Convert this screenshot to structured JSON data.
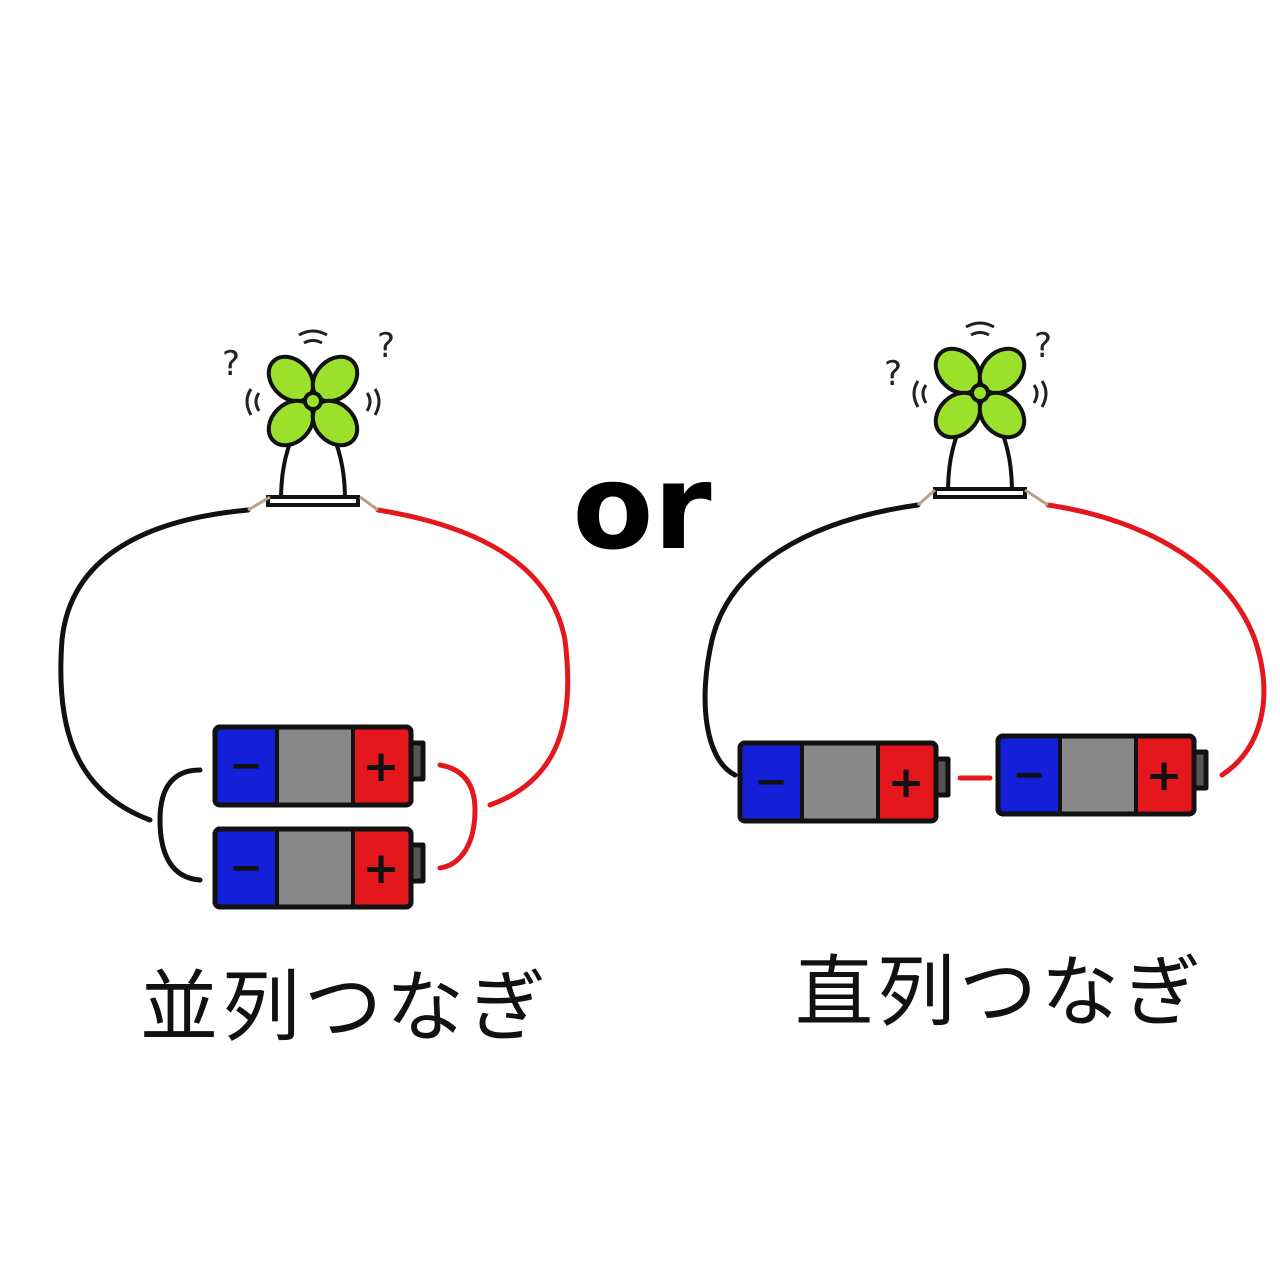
{
  "colors": {
    "negative": "#1420d8",
    "middle": "#888888",
    "positive": "#e3171c",
    "terminal": "#555555",
    "fan_blade": "#9be02a",
    "wire_black": "#111111",
    "wire_red": "#e3171c"
  },
  "separator": {
    "text": "or"
  },
  "battery_labels": {
    "negative": "−",
    "positive": "+"
  },
  "fan": {
    "question_mark": "?",
    "icon": "fan-icon"
  },
  "left_circuit": {
    "caption": "並列つなぎ"
  },
  "right_circuit": {
    "caption": "直列つなぎ"
  }
}
